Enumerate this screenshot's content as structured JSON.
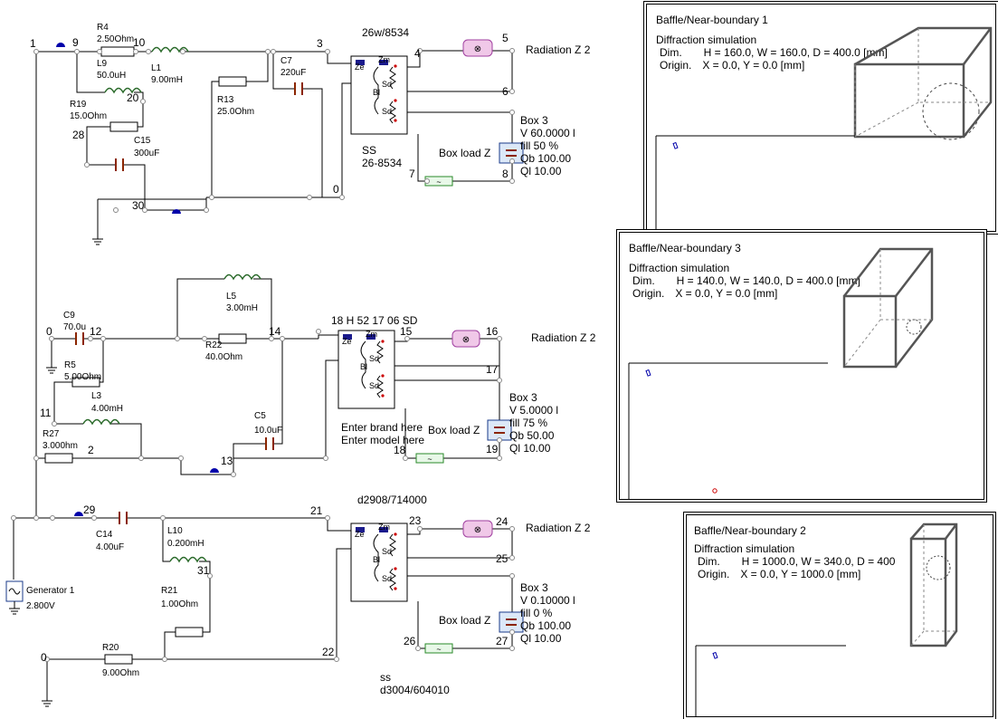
{
  "colors": {
    "wire": "#000000",
    "node": "#888888",
    "ground_marker": "#0000aa",
    "driver_blue": "#1a1a8c",
    "dot_red": "#cc0000",
    "radiation_fill": "#f0c8e8",
    "radiation_stroke": "#a040a0",
    "resistor_green": "#2a8a2a",
    "box_fill": "#dce8f8",
    "box_blue": "#1a3a8a",
    "cap_brown": "#8b2500",
    "frame_gray": "#707070"
  },
  "circuit": {
    "node_labels": [
      "1",
      "9",
      "10",
      "3",
      "4",
      "5",
      "6",
      "20",
      "28",
      "30",
      "0",
      "7",
      "8",
      "0",
      "12",
      "14",
      "15",
      "16",
      "17",
      "11",
      "2",
      "13",
      "18",
      "19",
      "29",
      "21",
      "23",
      "24",
      "25",
      "31",
      "0",
      "22",
      "26",
      "27"
    ],
    "component_names": [
      "R4",
      "L9",
      "L1",
      "R19",
      "C15",
      "R13",
      "C7",
      "C9",
      "R5",
      "L5",
      "R22",
      "L3",
      "R27",
      "C5",
      "C14",
      "L10",
      "R21",
      "R20"
    ],
    "component_values": [
      "2.50Ohm",
      "50.0uH",
      "9.00mH",
      "15.0Ohm",
      "300uF",
      "25.0Ohm",
      "220uF",
      "70.0u",
      "5.00Ohm",
      "3.00mH",
      "40.0Ohm",
      "4.00mH",
      "3.000hm",
      "10.0uF",
      "4.00uF",
      "0.200mH",
      "1.00Ohm",
      "9.00Ohm"
    ],
    "driver_pin_labels": [
      "Ze",
      "Zm",
      "Bl",
      "Sd",
      "Sd",
      "Ze",
      "Zm",
      "Bl",
      "Sd",
      "Sd",
      "Ze",
      "Zm",
      "Bl",
      "Sd",
      "Sd"
    ],
    "driver_models": [
      "26w/8534",
      "18 H 52 17 06 SD",
      "d2908/714000"
    ],
    "driver_extra": [
      "SS",
      "26-8534",
      "Enter brand here",
      "Enter model here",
      "ss",
      "d3004/604010"
    ],
    "radiation_labels": [
      "Radiation Z 2",
      "Radiation Z 2",
      "Radiation Z 2"
    ],
    "box_load_labels": [
      "Box load Z",
      "Box load Z",
      "Box load Z"
    ],
    "box_params": [
      {
        "name": "Box 3",
        "V": "V  60.0000 l",
        "fill": "fill          50  %",
        "Qb": "Qb  100.00",
        "Ql": "Ql     10.00"
      },
      {
        "name": "Box 3",
        "V": "V  5.0000 l",
        "fill": "fill          75  %",
        "Qb": "Qb  50.00",
        "Ql": "Ql     10.00"
      },
      {
        "name": "Box 3",
        "V": "V  0.10000 l",
        "fill": "fill            0  %",
        "Qb": "Qb  100.00",
        "Ql": "Ql     10.00"
      }
    ],
    "generator": {
      "name": "Generator 1",
      "value": "2.800V"
    },
    "fill_unit": "%"
  },
  "panels": [
    {
      "title": "Baffle/Near-boundary 1",
      "line1": "Diffraction simulation",
      "dim_label": "Dim.",
      "dim_value": "H = 160.0, W = 160.0, D = 400.0 [mm]",
      "origin_label": "Origin.",
      "origin_value": "X = 0.0, Y = 0.0 [mm]"
    },
    {
      "title": "Baffle/Near-boundary 3",
      "line1": "Diffraction simulation",
      "dim_label": "Dim.",
      "dim_value": "H = 140.0, W = 140.0, D = 400.0 [mm]",
      "origin_label": "Origin.",
      "origin_value": "X = 0.0, Y = 0.0 [mm]"
    },
    {
      "title": "Baffle/Near-boundary 2",
      "line1": "Diffraction simulation",
      "dim_label": "Dim.",
      "dim_value": "H = 1000.0, W = 340.0, D = 400",
      "origin_label": "Origin.",
      "origin_value": "X = 0.0, Y = 1000.0 [mm]"
    }
  ]
}
